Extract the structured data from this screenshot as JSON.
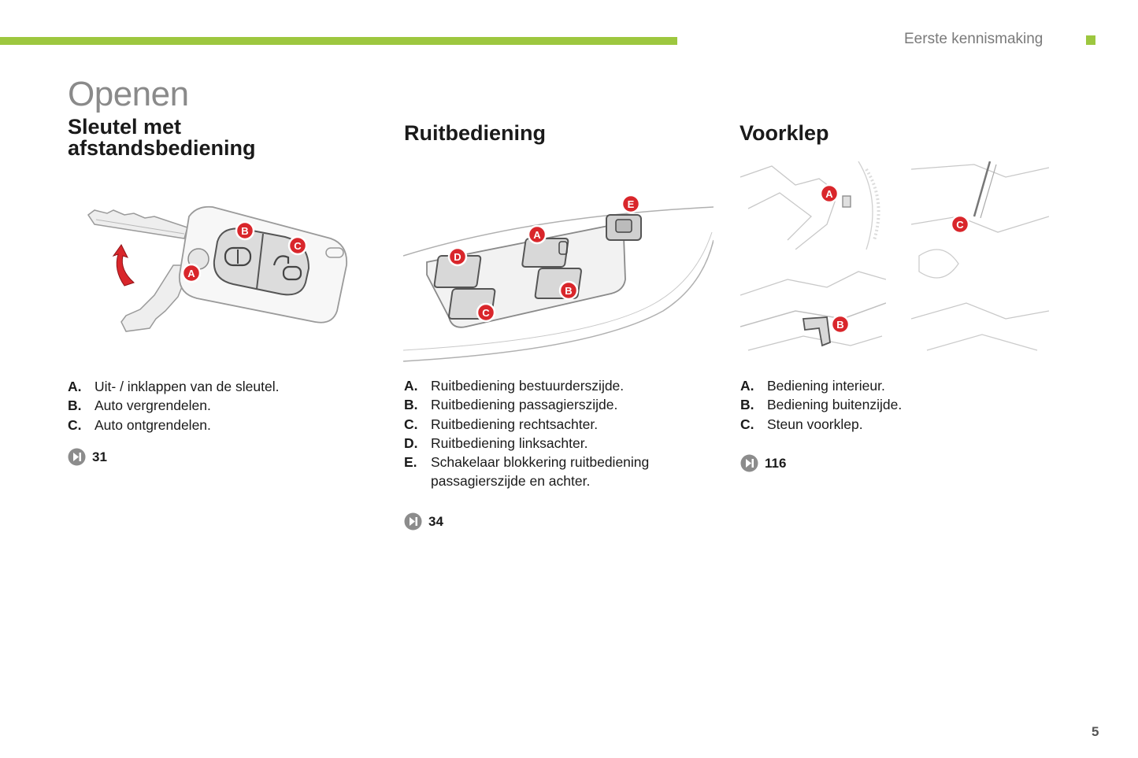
{
  "header": {
    "section": "Eerste kennismaking"
  },
  "page_title": "Openen",
  "columns": [
    {
      "heading_line1": "Sleutel met",
      "heading_line2": "afstandsbediening",
      "items": [
        {
          "key": "A.",
          "text": "Uit- / inklappen van de sleutel."
        },
        {
          "key": "B.",
          "text": "Auto vergrendelen."
        },
        {
          "key": "C.",
          "text": "Auto ontgrendelen."
        }
      ],
      "ref_page": "31",
      "callouts": [
        "A",
        "B",
        "C"
      ]
    },
    {
      "heading": "Ruitbediening",
      "items": [
        {
          "key": "A.",
          "text": "Ruitbediening bestuurderszijde."
        },
        {
          "key": "B.",
          "text": "Ruitbediening passagierszijde."
        },
        {
          "key": "C.",
          "text": "Ruitbediening rechtsachter."
        },
        {
          "key": "D.",
          "text": "Ruitbediening linksachter."
        },
        {
          "key": "E.",
          "text": "Schakelaar blokkering ruitbediening passagierszijde en achter."
        }
      ],
      "ref_page": "34",
      "callouts": [
        "A",
        "B",
        "C",
        "D",
        "E"
      ]
    },
    {
      "heading": "Voorklep",
      "items": [
        {
          "key": "A.",
          "text": "Bediening interieur."
        },
        {
          "key": "B.",
          "text": "Bediening buitenzijde."
        },
        {
          "key": "C.",
          "text": "Steun voorklep."
        }
      ],
      "ref_page": "116",
      "callouts": [
        "A",
        "B",
        "C"
      ]
    }
  ],
  "page_number": "5",
  "colors": {
    "accent": "#9dc73f",
    "callout": "#d9262b",
    "title_gray": "#8a8a8a"
  }
}
